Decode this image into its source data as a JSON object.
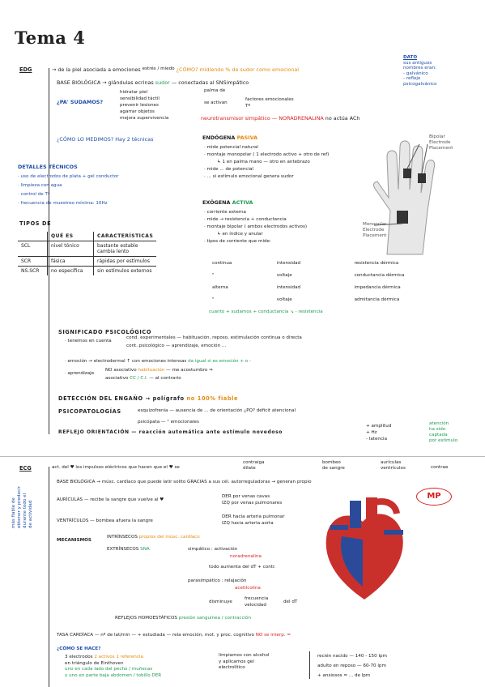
{
  "title": "Tema 4",
  "edg": {
    "label": "EDG",
    "intro": "→ de la piel asociada a emociones",
    "intro_brace": "estrés / miedo",
    "como": "¿CÓMO? midiendo % de sudor como",
    "como_end": "emocional",
    "dato_head": "DATO",
    "dato_lines": [
      "sus antiguos",
      "nombres eran:",
      "- galvánico",
      "- reflejo",
      "psicogalvánico"
    ],
    "base": "BASE BIOLÓGICA → glándulas ecrinas",
    "base_sudor": "sudor",
    "base_conn": "conectadas al SNSimpático",
    "palma": "palma de",
    "activan": "se activan",
    "factores": "factores emocionales",
    "temp": "Tª",
    "neuro": "neurotransmisor simpático — NORADRENALINA",
    "neuro_end": "no actúa ACh",
    "para": "¿PA' SUDAMOS?",
    "para_items": [
      "hidratar piel",
      "sensibilidad táctil",
      "prevenir lesiones",
      "agarrar objetos",
      "mejora supervivencia"
    ],
    "medimos": "¿CÓMO LO MEDIMOS? Hay 2 técnicas",
    "endo_head": "ENDÓGENA",
    "endo_tag": "PASIVA",
    "endo_items": [
      "· mide potencial natural",
      "· montaje monopolar ( 1 electrodo activo + otro de ref)",
      "↳ 1 en palma mano — otro en antebrazo",
      "· mide ... de potencial",
      "· ... si estímulo emocional genera sudor"
    ],
    "exo_head": "EXÓGENA",
    "exo_tag": "ACTIVA",
    "exo_items": [
      "· corriente externa",
      "· mide → resistencia + conductancia",
      "· montaje bipolar ( ambos electrodos activos)",
      "↳ en índice y anular",
      "· tipos de corriente que mide:"
    ],
    "corr_rows": [
      [
        "continua",
        "intensidad",
        "resistencia dérmica"
      ],
      [
        "\"",
        "voltaje",
        "conductancia dérmica"
      ],
      [
        "alterna",
        "intensidad",
        "impedancia dérmica"
      ],
      [
        "\"",
        "voltaje",
        "admitancia dérmica"
      ]
    ],
    "corr_footer": "cuanto + sudamos + conductancia ↘ - resistencia",
    "detalles_head": "DETALLES TÉCNICOS",
    "detalles_items": [
      "· uso de electrodos de plata + gel conductor",
      "· limpieza con agua",
      "· control de Tª",
      "· frecuencia de muestreo mínima: 10Hz"
    ],
    "tipos_head": "TIPOS DE",
    "tabla_headers": [
      "QUÉ ES",
      "CARACTERÍSTICAS"
    ],
    "tabla_rows": [
      [
        "SCL",
        "nivel tónico",
        "bastante estable cambia lento"
      ],
      [
        "SCR",
        "fásica",
        "rápidas por estímulos"
      ],
      [
        "NS.SCR",
        "no específica",
        "sin estímulos externos"
      ]
    ],
    "bipolar_label": "Bipolar Electrode Placement",
    "monopolar_label": "Monopolar Electrode Placement",
    "signif": "SIGNIFICADO PSICOLÓGICO",
    "signif_tener": "· tenemos en cuenta",
    "signif_cond": "cond. experimentales — habituación, reposo, estimulación continua o directa",
    "signif_cont": "cont. psicológico — aprendizaje, emoción ...",
    "emocion": "· emoción → electrodermal ↑ con emociones intensas",
    "emocion_tail": "da igual si es emoción + o -",
    "aprend": "· aprendizaje",
    "no_asoc": "NO asociativo",
    "habituacion": "habituación",
    "me_acost": "— me acostumbro ⇒",
    "asociativo": "asociativo",
    "cc": "CC / C.I.",
    "al_contrario": "— al contrario",
    "deteccion": "DETECCIÓN DEL ENGAÑO → polígrafo",
    "deteccion_tail": "no 100% fiable",
    "psicopat": "PSICOPATOLOGÍAS",
    "esquizo": "esquizofrenia — ausencia de ... de orientación ¿PQ? déficit atencional",
    "psicopata": "psicópata — \" emocionales",
    "reflejo": "REFLEJO ORIENTACIÓN — reacción automática ante estímulo novedoso",
    "reflejo_items": [
      "+ amplitud",
      "+ Hz",
      "- latencia"
    ],
    "reflejo_note": [
      "atención",
      "ha sido",
      "captada",
      "por estímulo"
    ]
  },
  "ecg": {
    "label": "ECG",
    "side_note": [
      "más fiable de",
      "obtener y predecir",
      "durante todo el",
      "de actividad"
    ],
    "intro": "act. del ♥ los impulsos eléctricos que hacen que el ♥ se",
    "intro_brace": [
      "contraiga",
      "dilate"
    ],
    "bombeo": [
      "bombeo",
      "de sangre"
    ],
    "aur_ven": [
      "aurículas",
      "ventrículos"
    ],
    "contrae": "contrae",
    "base": "BASE BIOLÓGICA → músc. cardíaco que puede latir solito GRACIAS a sus cél. autorreguladoras → generan",
    "base_end": "propio",
    "mp_badge": "MP",
    "auriculas": "AURÍCULAS — recibe la sangre que vuelve al ♥",
    "aur_items": [
      "DER por venas cavas",
      "IZQ por venas pulmonares"
    ],
    "ventriculos": "VENTRÍCULOS — bombea afuera la sangre",
    "ven_items": [
      "DER hacia arteria pulmonar",
      "IZQ hacia arteria aorta"
    ],
    "mecanismos": "MECANISMOS",
    "intrinsecos": "INTRÍNSECOS",
    "intrinsecos_tail": "propios del músc. cardíaco",
    "extrinsecos": "EXTRÍNSECOS",
    "sna": "SNA",
    "simpatico": "simpático : activación",
    "noradrenalina": "noradrenalina",
    "todo_aumenta": "todo aumenta",
    "todo_aumenta_tail": "del dT + contr.",
    "parasimpatico": "parasimpático : relajación",
    "acetilcolina": "acetilcolina",
    "disminuye": "disminuye",
    "frec": [
      "frecuencia",
      "velocidad"
    ],
    "frec_tail": "del dT",
    "reflejos": "REFLEJOS HOMOESTÁTICOS",
    "reflejos_tail": "presión sanguínea / contracción",
    "tasa": "TASA CARDÍACA — nº de lat/min — + estudiada — rela emoción, mot. y proc. cognitivo",
    "tasa_tail": "NO se interp. =",
    "como": "¿CÓMO SE HACE?",
    "como_items": [
      "3 electrodos",
      "en triángulo de Einthoven",
      "uno en cada lado del pecho / muñecas",
      "y uno en parte baja abdomen / tobillo DER"
    ],
    "como_items_hl": [
      "2 activos 1 referencia"
    ],
    "limpiamos": [
      "limpiamos con alcohol",
      "y aplicamos gel",
      "electrolítico"
    ],
    "rates": [
      "recién nacido — 140 - 150 lpm",
      "adulto en reposo — 60-70 lpm",
      "+ ansiosos = ... de lpm"
    ]
  },
  "colors": {
    "blue": "#1f4ea8",
    "green": "#1f9a52",
    "orange": "#e38a10",
    "red": "#d61f1f"
  }
}
